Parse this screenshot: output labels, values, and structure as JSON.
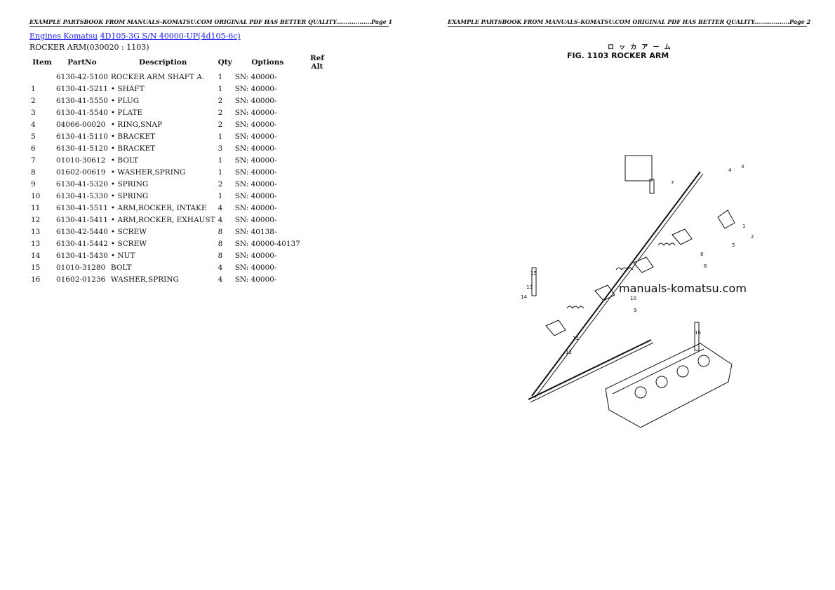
{
  "left_page": {
    "header": "EXAMPLE PARTSBOOK FROM MANUALS-KOMATSU.COM ORIGINAL PDF HAS BETTER QUALITY..................Page 1",
    "breadcrumb": {
      "link1": "Engines Komatsu",
      "link2": "4D105-3G S/N 40000-UP(4d105-6c)"
    },
    "section_title": "ROCKER ARM(030020 : 1103)",
    "columns": [
      "Item",
      "PartNo",
      "Description",
      "Qty",
      "Options",
      "Ref Alt"
    ],
    "rows": [
      {
        "item": "",
        "partno": "6130-42-5100",
        "desc": "ROCKER ARM SHAFT A.",
        "qty": "1",
        "options": "SN: 40000-",
        "ref": ""
      },
      {
        "item": "1",
        "partno": "6130-41-5211",
        "desc": "• SHAFT",
        "qty": "1",
        "options": "SN: 40000-",
        "ref": ""
      },
      {
        "item": "2",
        "partno": "6130-41-5550",
        "desc": "• PLUG",
        "qty": "2",
        "options": "SN: 40000-",
        "ref": ""
      },
      {
        "item": "3",
        "partno": "6130-41-5540",
        "desc": "• PLATE",
        "qty": "2",
        "options": "SN: 40000-",
        "ref": ""
      },
      {
        "item": "4",
        "partno": "04066-00020",
        "desc": "• RING,SNAP",
        "qty": "2",
        "options": "SN: 40000-",
        "ref": ""
      },
      {
        "item": "5",
        "partno": "6130-41-5110",
        "desc": "• BRACKET",
        "qty": "1",
        "options": "SN: 40000-",
        "ref": ""
      },
      {
        "item": "6",
        "partno": "6130-41-5120",
        "desc": "• BRACKET",
        "qty": "3",
        "options": "SN: 40000-",
        "ref": ""
      },
      {
        "item": "7",
        "partno": "01010-30612",
        "desc": "• BOLT",
        "qty": "1",
        "options": "SN: 40000-",
        "ref": ""
      },
      {
        "item": "8",
        "partno": "01602-00619",
        "desc": "• WASHER,SPRING",
        "qty": "1",
        "options": "SN: 40000-",
        "ref": ""
      },
      {
        "item": "9",
        "partno": "6130-41-5320",
        "desc": "• SPRING",
        "qty": "2",
        "options": "SN: 40000-",
        "ref": ""
      },
      {
        "item": "10",
        "partno": "6130-41-5330",
        "desc": "• SPRING",
        "qty": "1",
        "options": "SN: 40000-",
        "ref": ""
      },
      {
        "item": "11",
        "partno": "6130-41-5511",
        "desc": "• ARM,ROCKER, INTAKE",
        "qty": "4",
        "options": "SN: 40000-",
        "ref": ""
      },
      {
        "item": "12",
        "partno": "6130-41-5411",
        "desc": "• ARM,ROCKER, EXHAUST",
        "qty": "4",
        "options": "SN: 40000-",
        "ref": ""
      },
      {
        "item": "13",
        "partno": "6130-42-5440",
        "desc": "• SCREW",
        "qty": "8",
        "options": "SN: 40138-",
        "ref": ""
      },
      {
        "item": "13",
        "partno": "6130-41-5442",
        "desc": "• SCREW",
        "qty": "8",
        "options": "SN: 40000-40137",
        "ref": ""
      },
      {
        "item": "14",
        "partno": "6130-41-5430",
        "desc": "• NUT",
        "qty": "8",
        "options": "SN: 40000-",
        "ref": ""
      },
      {
        "item": "15",
        "partno": "01010-31280",
        "desc": "BOLT",
        "qty": "4",
        "options": "SN: 40000-",
        "ref": ""
      },
      {
        "item": "16",
        "partno": "01602-01236",
        "desc": "WASHER,SPRING",
        "qty": "4",
        "options": "SN: 40000-",
        "ref": ""
      }
    ]
  },
  "right_page": {
    "header": "EXAMPLE PARTSBOOK FROM MANUALS-KOMATSU.COM ORIGINAL PDF HAS BETTER QUALITY..................Page 2",
    "figure_jp": "ロ ッ カ  ア ー ム",
    "figure_title": "FIG. 1103  ROCKER ARM",
    "watermark": "manuals-komatsu.com",
    "callouts": [
      "15",
      "14",
      "13",
      "12",
      "11",
      "10",
      "9",
      "8",
      "7",
      "6",
      "5",
      "4",
      "3",
      "2",
      "1",
      "16"
    ]
  }
}
